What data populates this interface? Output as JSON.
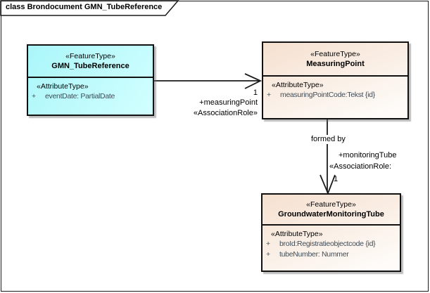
{
  "frame": {
    "title": "class Brondocument GMN_TubeReference"
  },
  "colors": {
    "cyan_fill": "#aaf6f9",
    "cyan_fill_light": "#d2ffff",
    "tan_fill": "#f5e0cf",
    "tan_fill_light": "#fefbf8",
    "attr_text": "#3f4d58"
  },
  "classes": {
    "tube_reference": {
      "stereotype": "«FeatureType»",
      "name": "GMN_TubeReference",
      "attr_header": "«AttributeType»",
      "attributes": [
        {
          "vis": "+",
          "text": "eventDate: PartialDate"
        }
      ]
    },
    "measuring_point": {
      "stereotype": "«FeatureType»",
      "name": "MeasuringPoint",
      "attr_header": "«AttributeType»",
      "attributes": [
        {
          "vis": "+",
          "text": "measuringPointCode:Tekst {id}"
        }
      ]
    },
    "monitoring_tube": {
      "stereotype": "«FeatureType»",
      "name": "GroundwaterMonitoringTube",
      "attr_header": "«AttributeType»",
      "attributes": [
        {
          "vis": "+",
          "text": "broId:Registratieobjectcode {id}"
        },
        {
          "vis": "+",
          "text": "tubeNumber: Nummer"
        }
      ]
    }
  },
  "associations": {
    "to_measuring_point": {
      "target_multiplicity": "1",
      "target_role": "+measuringPoint",
      "target_stereotype": "«AssociationRole»"
    },
    "to_monitoring_tube": {
      "name": "formed by",
      "target_role": "+monitoringTube",
      "target_stereotype": "«AssociationRole:",
      "target_multiplicity": "1"
    }
  }
}
